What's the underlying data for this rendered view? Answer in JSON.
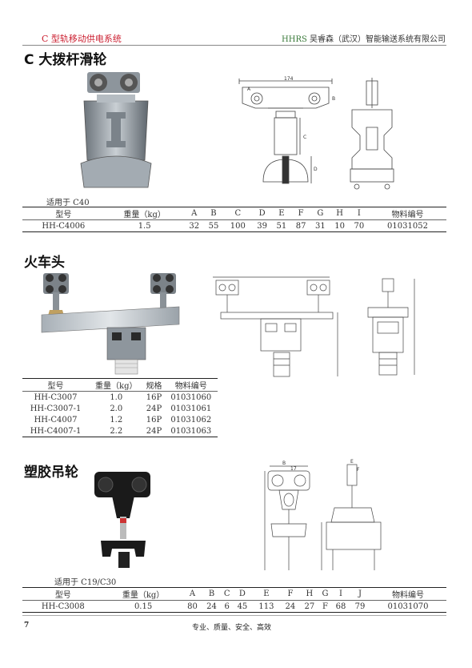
{
  "header": {
    "left_title": "C 型轨移动供电系统",
    "brand": "HHRS",
    "company": "吴睿森（武汉）智能输送系统有限公司"
  },
  "sections": [
    {
      "title": "C 大拨杆滑轮",
      "note": "适用于 C40",
      "dim_labels": [
        "174",
        "A",
        "B",
        "C",
        "D"
      ],
      "table": {
        "headers": [
          "型号",
          "重量（kg）",
          "A",
          "B",
          "C",
          "D",
          "E",
          "F",
          "G",
          "H",
          "I",
          "物料编号"
        ],
        "rows": [
          [
            "HH-C4006",
            "1.5",
            "32",
            "55",
            "100",
            "39",
            "51",
            "87",
            "31",
            "10",
            "70",
            "01031052"
          ]
        ]
      }
    },
    {
      "title": "火车头",
      "table": {
        "headers": [
          "型号",
          "重量（kg）",
          "规格",
          "物料编号"
        ],
        "rows": [
          [
            "HH-C3007",
            "1.0",
            "16P",
            "01031060"
          ],
          [
            "HH-C3007-1",
            "2.0",
            "24P",
            "01031061"
          ],
          [
            "HH-C4007",
            "1.2",
            "16P",
            "01031062"
          ],
          [
            "HH-C4007-1",
            "2.2",
            "24P",
            "01031063"
          ]
        ]
      }
    },
    {
      "title": "塑胶吊轮",
      "note": "适用于 C19/C30",
      "dim_labels": [
        "B",
        "17",
        "E",
        "F"
      ],
      "table": {
        "headers": [
          "型号",
          "重量（kg）",
          "A",
          "B",
          "C",
          "D",
          "E",
          "F",
          "H",
          "G",
          "I",
          "J",
          "物料编号"
        ],
        "rows": [
          [
            "HH-C3008",
            "0.15",
            "80",
            "24",
            "6",
            "45",
            "113",
            "24",
            "27",
            "F",
            "68",
            "79",
            "01031070"
          ]
        ]
      }
    }
  ],
  "footer": {
    "page_number": "7",
    "slogan": "专业、质量、安全、高效"
  },
  "colors": {
    "header_red": "#c23333",
    "brand_green": "#3a7a3a",
    "metal": "#9aa3ab",
    "line": "#444444"
  }
}
